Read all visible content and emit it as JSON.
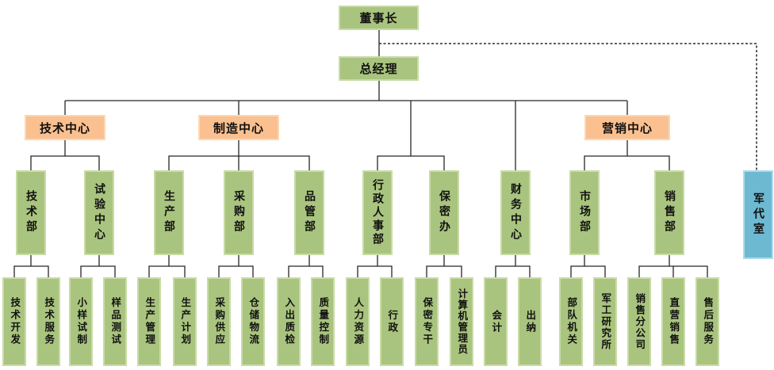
{
  "diagram": {
    "type": "org-chart",
    "colors": {
      "green": "#A9C47E",
      "green_border": "#C9DBA6",
      "orange": "#FAC090",
      "orange_border": "#FBD8B4",
      "blue": "#6EB9D2",
      "blue_border": "#AEDAE9",
      "line": "#262626"
    },
    "nodes": {
      "chairman": "董事长",
      "general_manager": "总经理",
      "tech_center": "技术中心",
      "mfg_center": "制造中心",
      "mkt_center": "营销中心",
      "tech_dept": "技术部",
      "test_center": "试验中心",
      "production_dept": "生产部",
      "purchasing_dept": "采购部",
      "quality_dept": "品管部",
      "admin_hr_dept": "行政人事部",
      "security_office": "保密办",
      "finance_center": "财务中心",
      "market_dept": "市场部",
      "sales_dept": "销售部",
      "military_rep_office": "军代室",
      "tech_dev": "技术开发",
      "tech_service": "技术服务",
      "sample_trial": "小样试制",
      "sample_test": "样品测试",
      "prod_mgmt": "生产管理",
      "prod_plan": "生产计划",
      "purchase_supply": "采购供应",
      "warehouse_logistics": "仓储物流",
      "inout_inspection": "入出质检",
      "quality_control": "质量控制",
      "hr": "人力资源",
      "admin": "行政",
      "security_staff": "保密专干",
      "computer_admin": "计算机管理员",
      "accounting": "会计",
      "cashier": "出纳",
      "troops_org": "部队机关",
      "military_institute": "军工研究所",
      "sales_branch": "销售分公司",
      "direct_sales": "直营销售",
      "after_sales": "售后服务"
    },
    "hierarchy": {
      "chairman": {
        "general_manager": {
          "tech_center": {
            "tech_dept": [
              "tech_dev",
              "tech_service"
            ],
            "test_center": [
              "sample_trial",
              "sample_test"
            ]
          },
          "mfg_center": {
            "production_dept": [
              "prod_mgmt",
              "prod_plan"
            ],
            "purchasing_dept": [
              "purchase_supply",
              "warehouse_logistics"
            ],
            "quality_dept": [
              "inout_inspection",
              "quality_control"
            ]
          },
          "admin_hr_dept": [
            "hr",
            "admin"
          ],
          "security_office": [
            "security_staff",
            "computer_admin"
          ],
          "finance_center": [
            "accounting",
            "cashier"
          ],
          "mkt_center": {
            "market_dept": [
              "troops_org",
              "military_institute"
            ],
            "sales_dept": [
              "sales_branch",
              "direct_sales",
              "after_sales"
            ]
          }
        },
        "military_rep_office_dotted": [
          "military_rep_office"
        ]
      }
    }
  }
}
